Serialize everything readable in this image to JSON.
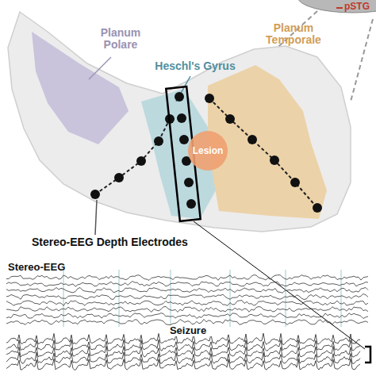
{
  "diagram": {
    "nodes": [
      {
        "text": [
          "Lesion"
        ]
      }
    ],
    "labels": [
      "Planum Polare",
      "Heschl's Gyrus",
      "Planum Temporale",
      "pSTG",
      "Stereo-EEG Depth Electrodes",
      "Stereo-EEG",
      "Seizure"
    ]
  }
}
